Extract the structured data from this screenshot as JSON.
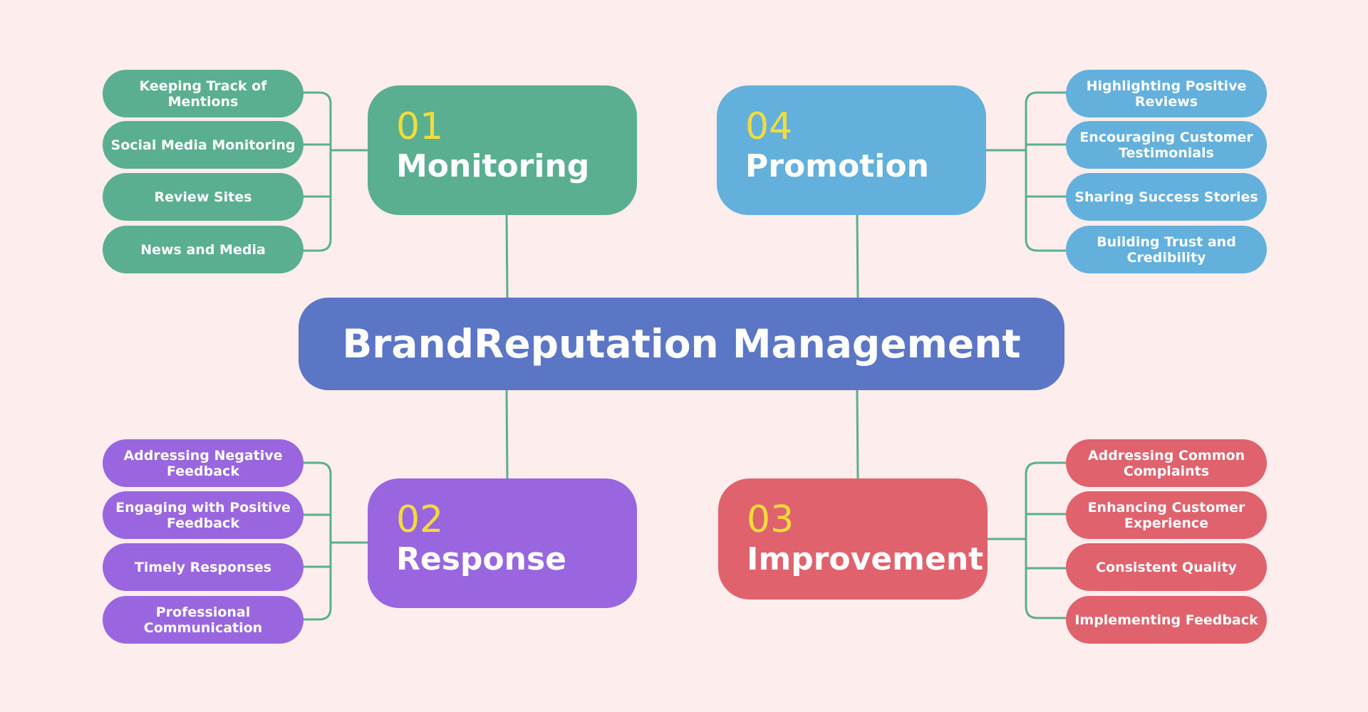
{
  "center": {
    "title": "BrandReputation Management"
  },
  "colors": {
    "background": "#fdeeed",
    "center": "#5a76c5",
    "monitoring": "#5aaf91",
    "promotion": "#64b0dd",
    "response": "#9a66df",
    "improvement": "#e0626c",
    "number": "#f2dc3c",
    "connector": "#5aaf91"
  },
  "branches": {
    "monitoring": {
      "number": "01",
      "title": "Monitoring",
      "leaves": [
        "Keeping Track of Mentions",
        "Social Media Monitoring",
        "Review Sites",
        "News and Media"
      ]
    },
    "promotion": {
      "number": "04",
      "title": "Promotion",
      "leaves": [
        "Highlighting Positive Reviews",
        "Encouraging Customer Testimonials",
        "Sharing Success Stories",
        "Building Trust and Credibility"
      ]
    },
    "response": {
      "number": "02",
      "title": "Response",
      "leaves": [
        "Addressing Negative Feedback",
        "Engaging with Positive Feedback",
        "Timely Responses",
        "Professional Communication"
      ]
    },
    "improvement": {
      "number": "03",
      "title": "Improvement",
      "leaves": [
        "Addressing Common Complaints",
        "Enhancing Customer Experience",
        "Consistent Quality",
        "Implementing Feedback"
      ]
    }
  }
}
